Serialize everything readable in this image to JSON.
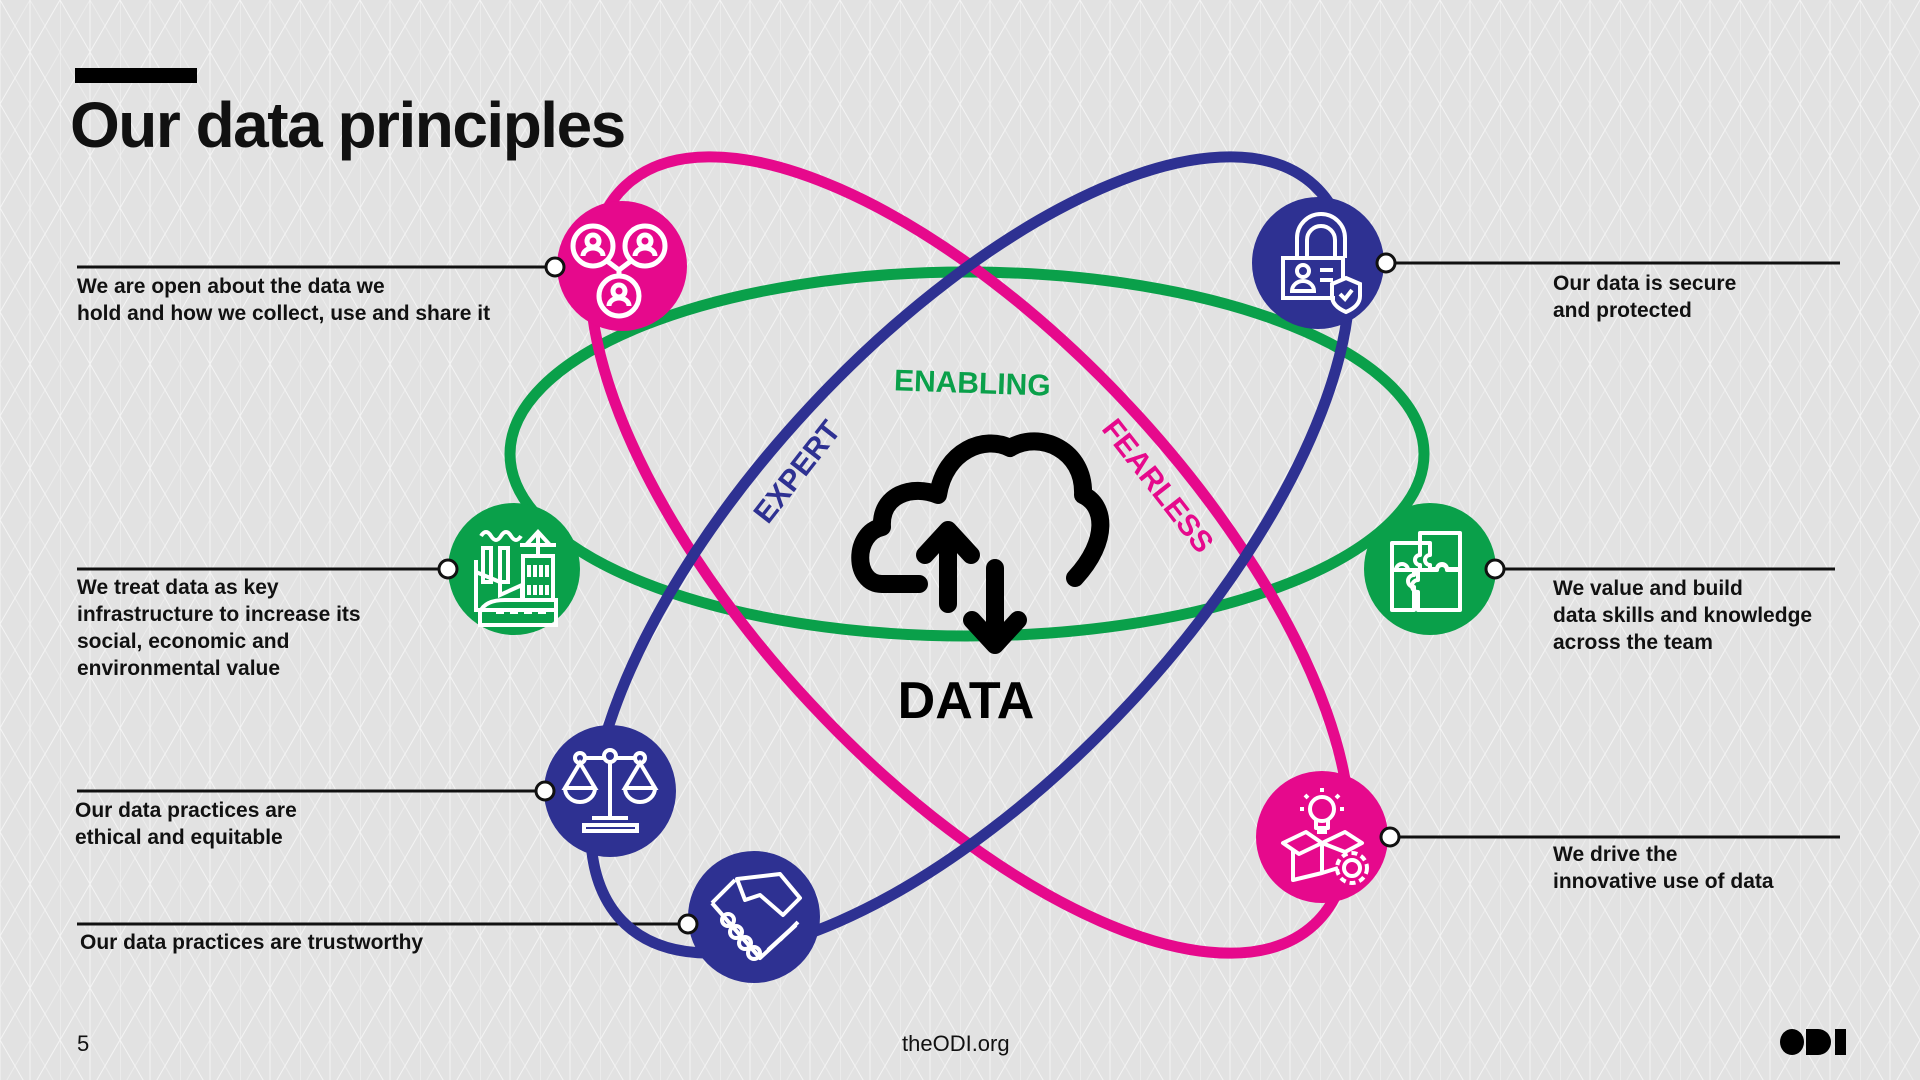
{
  "header": {
    "title": "Our data principles"
  },
  "center": {
    "label": "DATA",
    "icon": "cloud-upload-download-icon"
  },
  "rings": [
    {
      "word": "ENABLING",
      "color": "#0aa04a"
    },
    {
      "word": "EXPERT",
      "color": "#2e3192"
    },
    {
      "word": "FEARLESS",
      "color": "#e6098c"
    }
  ],
  "principles": [
    {
      "id": "open",
      "icon": "people-network-icon",
      "color": "#e6098c",
      "lines": [
        "We are open about the data we",
        "hold and how we collect, use and share it"
      ]
    },
    {
      "id": "infrastructure",
      "icon": "city-infrastructure-icon",
      "color": "#0aa04a",
      "lines": [
        "We treat data as key",
        "infrastructure to increase its",
        "social, economic and",
        "environmental value"
      ]
    },
    {
      "id": "ethical",
      "icon": "scales-of-justice-icon",
      "color": "#2e3192",
      "lines": [
        "Our data practices are",
        "ethical and equitable"
      ]
    },
    {
      "id": "trustworthy",
      "icon": "handshake-icon",
      "color": "#2e3192",
      "lines": [
        "Our data practices are trustworthy"
      ]
    },
    {
      "id": "secure",
      "icon": "lock-id-shield-icon",
      "color": "#2e3192",
      "lines": [
        "Our data is secure",
        "and protected"
      ]
    },
    {
      "id": "skills",
      "icon": "puzzle-icon",
      "color": "#0aa04a",
      "lines": [
        "We value and build",
        "data skills and knowledge",
        "across the team"
      ]
    },
    {
      "id": "innovative",
      "icon": "lightbulb-box-gear-icon",
      "color": "#e6098c",
      "lines": [
        "We drive the",
        "innovative use of data"
      ]
    }
  ],
  "footer": {
    "page_number": "5",
    "url": "theODI.org",
    "logo": "ODI"
  }
}
